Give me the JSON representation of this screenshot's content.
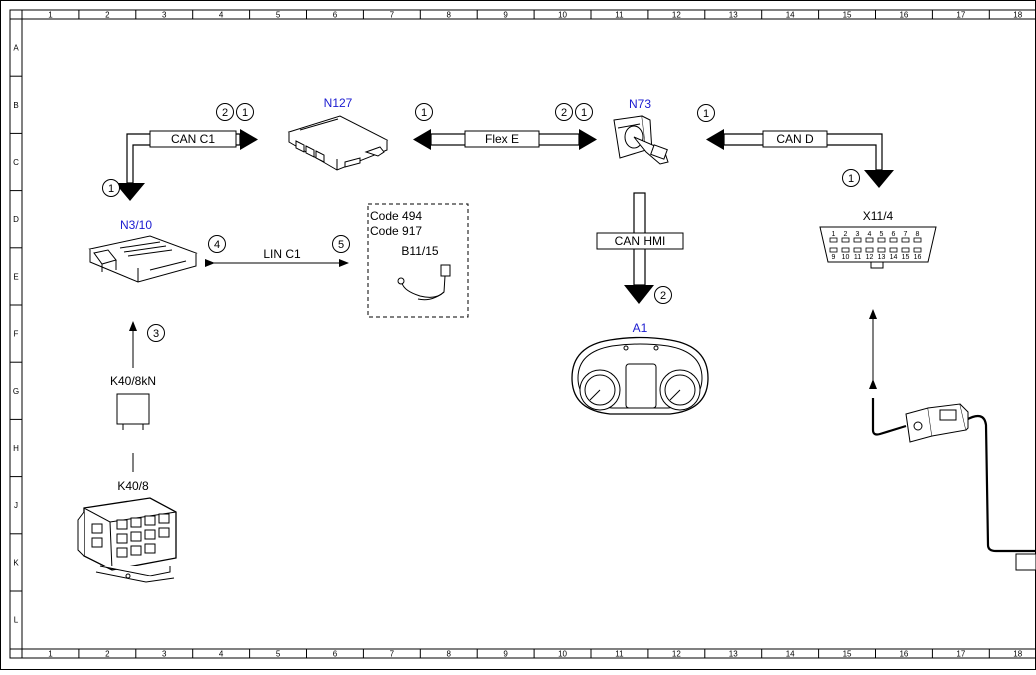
{
  "frame": {
    "columns": [
      "1",
      "2",
      "3",
      "4",
      "5",
      "6",
      "7",
      "8",
      "9",
      "10",
      "11",
      "12",
      "13",
      "14",
      "15",
      "16",
      "17",
      "18"
    ],
    "rows": [
      "A",
      "B",
      "C",
      "D",
      "E",
      "F",
      "G",
      "H",
      "J",
      "K",
      "L"
    ]
  },
  "components": {
    "n127": "N127",
    "n73": "N73",
    "n3_10": "N3/10",
    "x11_4": "X11/4",
    "a1": "A1",
    "b11_15": "B11/15",
    "k40_8kn": "K40/8kN",
    "k40_8": "K40/8"
  },
  "buses": {
    "can_c1": "CAN C1",
    "flex_e": "Flex E",
    "can_d": "CAN D",
    "can_hmi": "CAN HMI",
    "lin_c1": "LIN C1"
  },
  "codes": [
    "Code 494",
    "Code 917"
  ],
  "callouts": {
    "can_c1_a": "2",
    "can_c1_b": "1",
    "can_c1_down": "1",
    "flex_left": "1",
    "flex_right_a": "2",
    "flex_right_b": "1",
    "can_d_left": "1",
    "can_d_down": "1",
    "lin_left": "4",
    "lin_right": "5",
    "can_hmi_down": "2",
    "k40_up": "3"
  },
  "obd_pins_top": [
    "1",
    "2",
    "3",
    "4",
    "5",
    "6",
    "7",
    "8"
  ],
  "obd_pins_bottom": [
    "9",
    "10",
    "11",
    "12",
    "13",
    "14",
    "15",
    "16"
  ],
  "colors": {
    "component_label": "#1a1ad0",
    "line": "#000000"
  }
}
